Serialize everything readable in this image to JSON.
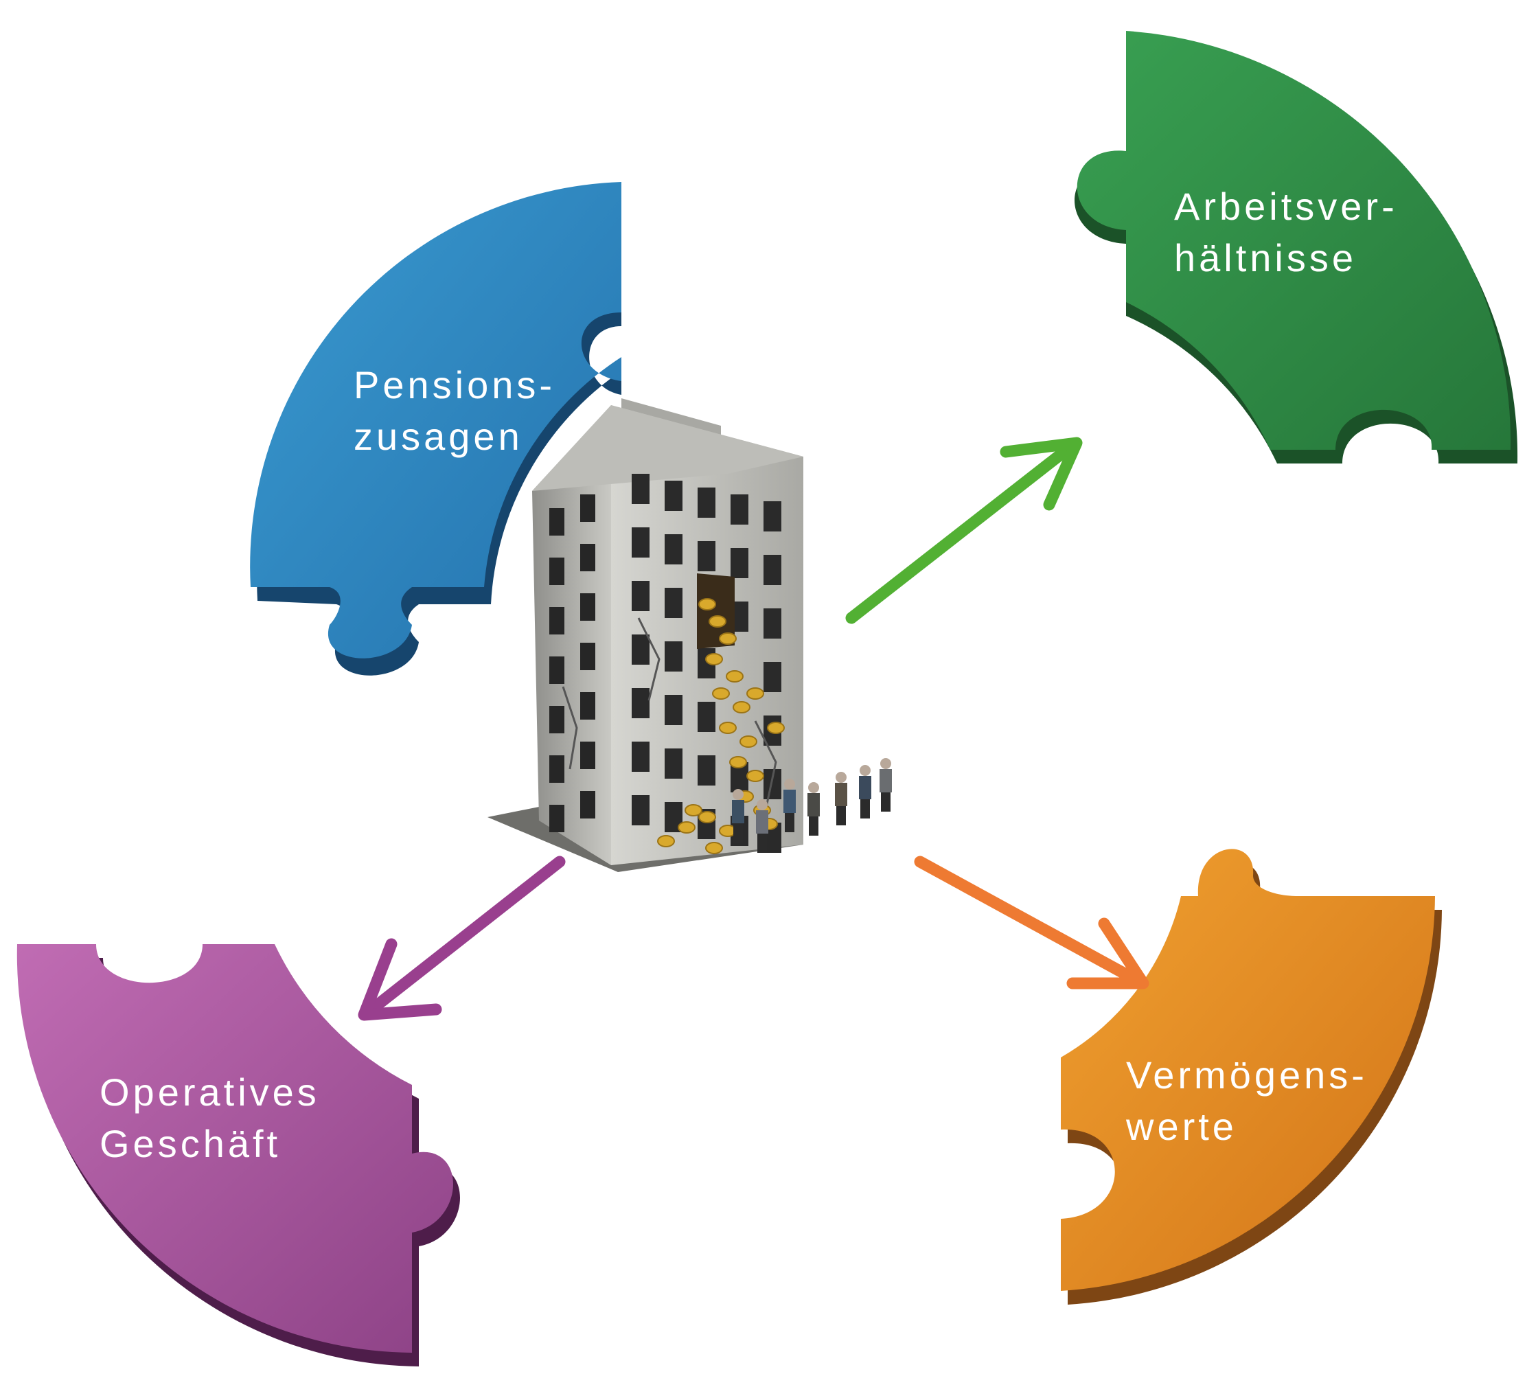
{
  "pieces": {
    "pension": {
      "line1": "Pensions-",
      "line2": "zusagen",
      "color": "#2f86be"
    },
    "work": {
      "line1": "Arbeitsver-",
      "line2": "hältnisse",
      "color": "#2f8a45"
    },
    "assets": {
      "line1": "Vermögens-",
      "line2": "werte",
      "color": "#e08a22"
    },
    "operative": {
      "line1": "Operatives",
      "line2": "Geschäft",
      "color": "#a9589e"
    }
  },
  "arrows": {
    "to_work": "#52b033",
    "to_assets": "#ee7a32",
    "to_operative": "#993f8e"
  },
  "center_image": "building-with-coins-and-pensioners"
}
